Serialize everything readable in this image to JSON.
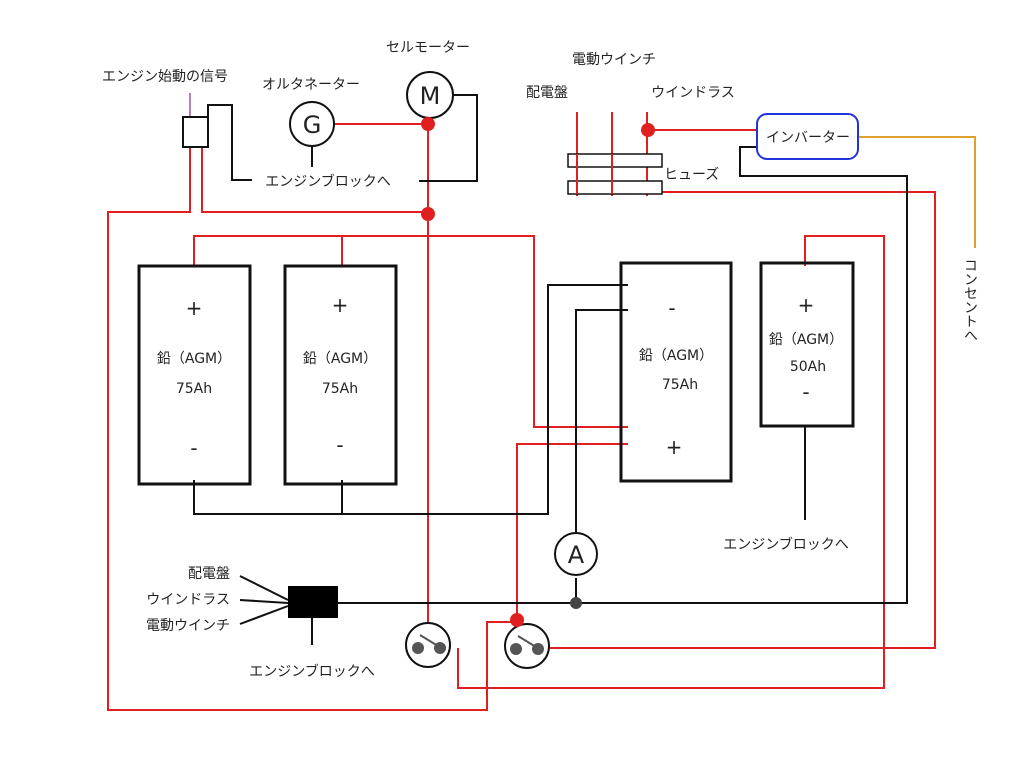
{
  "labels": {
    "engine_start_signal": "エンジン始動の信号",
    "alternator": "オルタネーター",
    "starter_motor": "セルモーター",
    "to_engine_block": "エンジンブロックへ",
    "winch": "電動ウインチ",
    "switchboard": "配電盤",
    "windlass": "ウインドラス",
    "inverter": "インバーター",
    "fuse": "ヒューズ",
    "to_outlet": "コンセントへ"
  },
  "symbols": {
    "generator": "G",
    "motor": "M",
    "ammeter": "A",
    "plus": "+",
    "minus": "-"
  },
  "batteries": [
    {
      "plus": "+",
      "type": "鉛（AGM）",
      "capacity": "75Ah",
      "minus": "-"
    },
    {
      "plus": "+",
      "type": "鉛（AGM）",
      "capacity": "75Ah",
      "minus": "-"
    },
    {
      "minus": "-",
      "type": "鉛（AGM）",
      "capacity": "75Ah",
      "plus": "+"
    },
    {
      "plus": "+",
      "type": "鉛（AGM）",
      "capacity": "50Ah",
      "minus": "-"
    }
  ],
  "bus_loads": [
    "配電盤",
    "ウインドラス",
    "電動ウインチ"
  ],
  "bus_label": "エンジンブロックへ",
  "colors": {
    "positive_wire": "#e02020",
    "negative_wire": "#111111",
    "ac_wire": "#e0a030",
    "signal_wire": "#b080c0",
    "inverter_border": "#2233dd",
    "switch_fill": "#555555"
  }
}
